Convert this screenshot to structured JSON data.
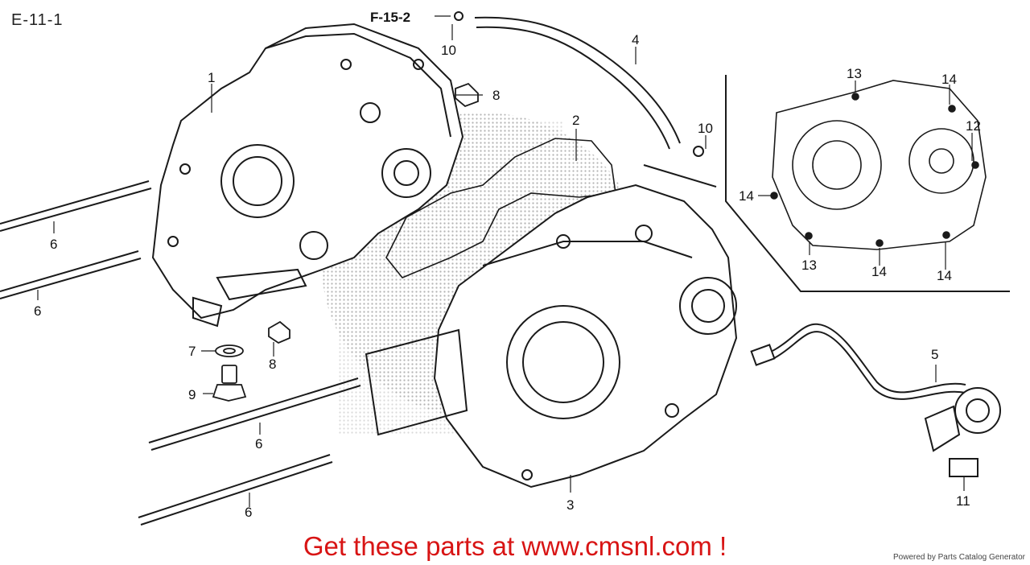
{
  "page_code": "E-11-1",
  "reference": "F-15-2",
  "callouts": {
    "c1": "1",
    "c2": "2",
    "c3": "3",
    "c4": "4",
    "c5": "5",
    "c6a": "6",
    "c6b": "6",
    "c6c": "6",
    "c6d": "6",
    "c7": "7",
    "c8a": "8",
    "c8b": "8",
    "c9": "9",
    "c10a": "10",
    "c10b": "10",
    "c11": "11",
    "c12": "12",
    "c13a": "13",
    "c13b": "13",
    "c14a": "14",
    "c14b": "14",
    "c14c": "14",
    "c14d": "14"
  },
  "cta_text": "Get these parts at www.cmsnl.com !",
  "powered_by": "Powered by Parts Catalog Generator",
  "colors": {
    "cta": "#d81414",
    "line": "#1a1a1a",
    "halftone": "#777777"
  }
}
